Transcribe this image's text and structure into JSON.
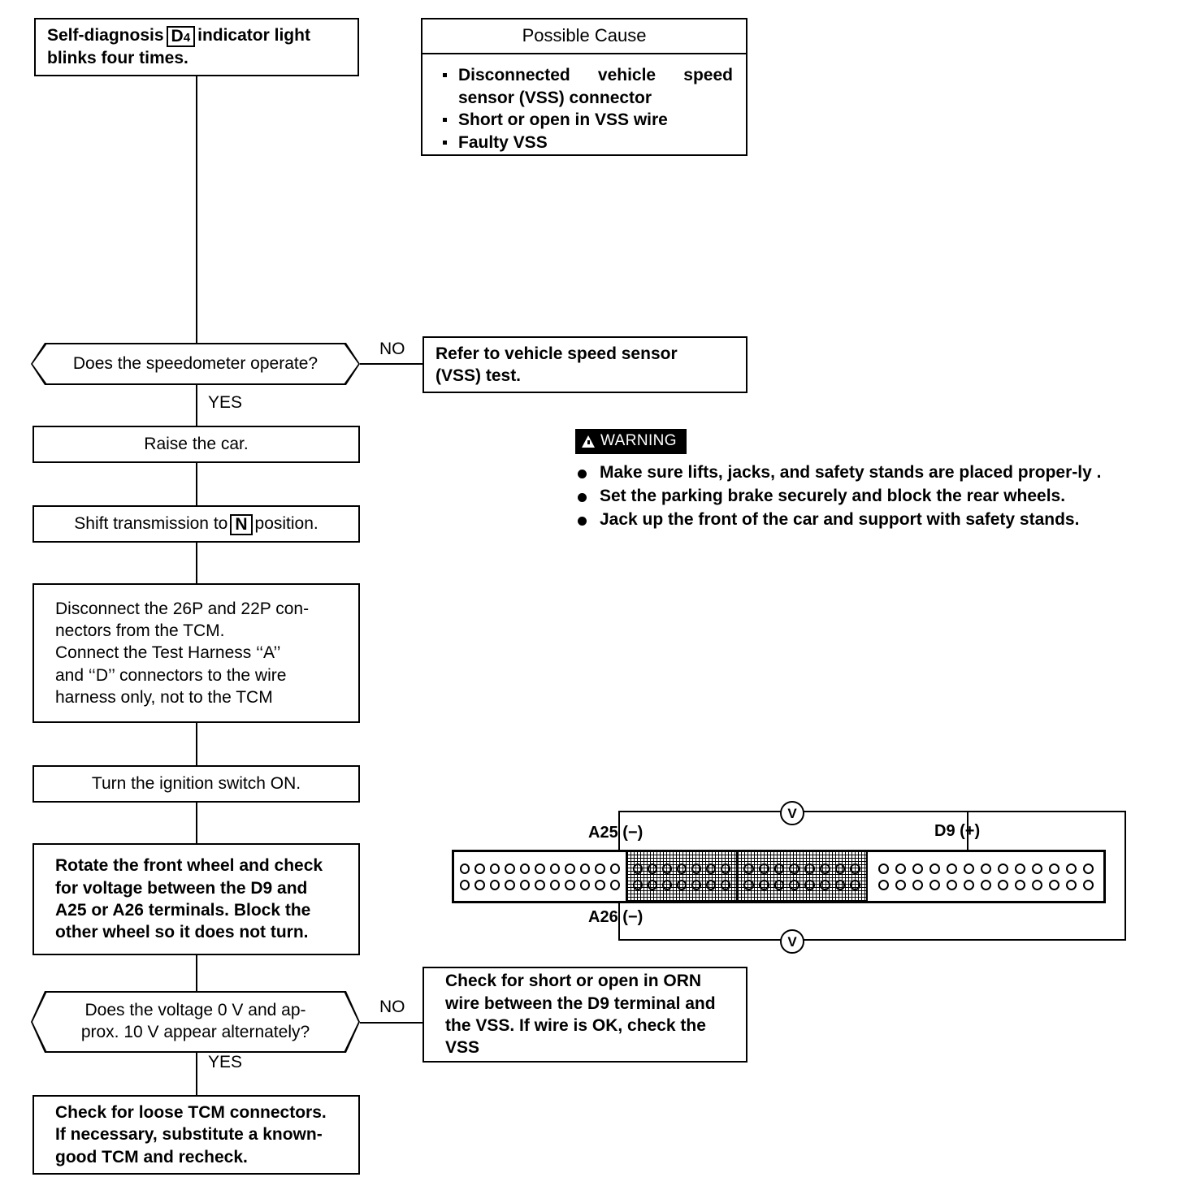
{
  "flow": {
    "start_box": {
      "line1_before": "Self-diagnosis",
      "framed_code": "D",
      "framed_sub": "4",
      "line1_after": "indicator light",
      "line2": "blinks four times."
    },
    "decision_speedometer": {
      "text": "Does the speedometer operate?",
      "no_label": "NO",
      "yes_label": "YES"
    },
    "refer_vss_box": {
      "line1": "Refer to vehicle speed sensor",
      "line2": "(VSS) test."
    },
    "raise_car_box": {
      "text": "Raise the car."
    },
    "shift_box": {
      "before": "Shift transmission to",
      "framed_code": "N",
      "after": "position."
    },
    "disconnect_box": {
      "line1": "Disconnect the 26P and 22P con-",
      "line2": "nectors from the TCM.",
      "line3": "Connect the Test Harness ‘‘A’’",
      "line4": "and ‘‘D’’ connectors to the wire",
      "line5": "harness only, not to the TCM"
    },
    "ignition_box": {
      "text": "Turn the ignition switch ON."
    },
    "rotate_wheel_box": {
      "line1": "Rotate the front wheel and check",
      "line2": "for voltage between the D9 and",
      "line3": "A25 or A26 terminals. Block the",
      "line4": "other wheel so it does not turn."
    },
    "decision_voltage": {
      "line1": "Does the voltage 0 V and ap-",
      "line2": "prox. 10 V appear alternately?",
      "no_label": "NO",
      "yes_label": "YES"
    },
    "check_orn_box": {
      "line1": "Check for short or open in ORN",
      "line2": "wire between the D9 terminal and",
      "line3": "the VSS. If wire is OK, check the",
      "line4": "VSS"
    },
    "final_box": {
      "line1": "Check for loose TCM connectors.",
      "line2": "If necessary, substitute a known-",
      "line3": "good TCM and recheck."
    }
  },
  "possible_cause": {
    "title": "Possible Cause",
    "items": [
      "Disconnected  vehicle  speed sensor (VSS) connector",
      "Short or open in VSS wire",
      "Faulty VSS"
    ]
  },
  "warning": {
    "tag": "WARNING",
    "items": [
      "Make sure lifts, jacks, and safety stands are placed proper-ly .",
      "Set the parking brake securely and block the rear wheels.",
      "Jack up the front of the car and support with safety stands."
    ]
  },
  "connector_diagram": {
    "label_a25": "A25 (−)",
    "label_a26": "A26 (−)",
    "label_d9": "D9 (+)",
    "voltmeter_symbol": "V",
    "segments": [
      {
        "shaded": false,
        "pins_per_row": 11,
        "rows": 2
      },
      {
        "shaded": true,
        "pins_per_row": 7,
        "rows": 2
      },
      {
        "shaded": true,
        "pins_per_row": 8,
        "rows": 2
      },
      {
        "shaded": false,
        "pins_per_row": 13,
        "rows": 2
      }
    ]
  },
  "colors": {
    "ink": "#000000",
    "paper": "#ffffff"
  }
}
